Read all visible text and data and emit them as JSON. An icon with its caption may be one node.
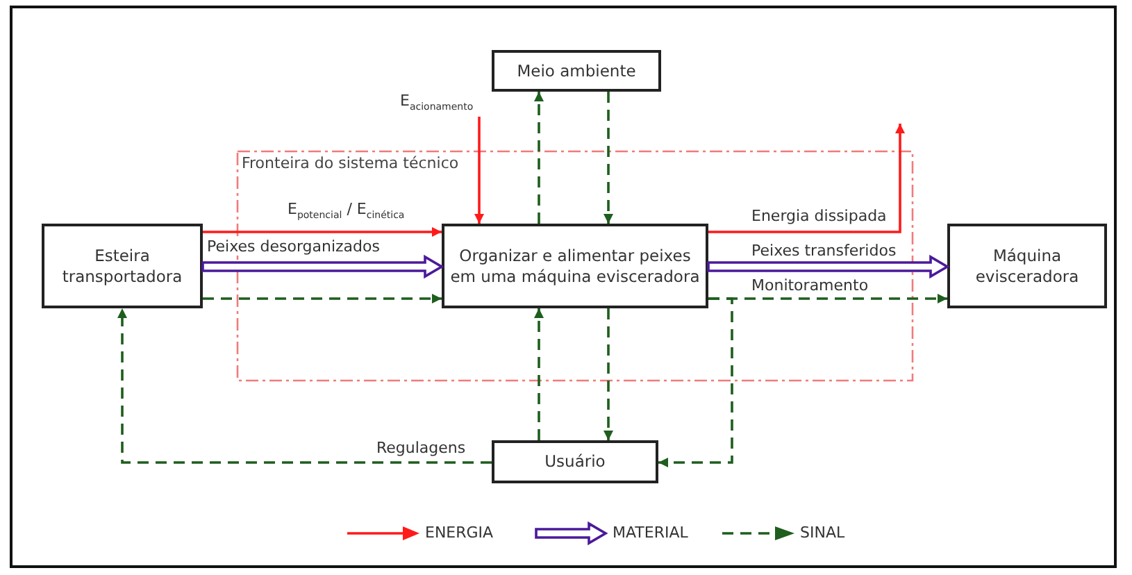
{
  "diagram": {
    "nodes": [
      {
        "text": [
          "Meio ambiente"
        ]
      },
      {
        "text": [
          "Esteira transportadora"
        ]
      },
      {
        "text": [
          "Fronteira do sistema técnico"
        ]
      },
      {
        "text": [
          "Organizar e alimentar peixes em uma máquina evisceradora"
        ],
        "in": 2
      },
      {
        "text": [
          "Máquina evisceradora"
        ]
      },
      {
        "text": [
          "Usuário"
        ]
      }
    ],
    "edges": [
      {
        "from": null,
        "to": 3,
        "arrow": "to",
        "label": "E$_{acionamento}$",
        "color": "#ff1a1a"
      },
      {
        "from": 1,
        "to": 3,
        "arrow": "to",
        "label": "E$_{potencial}$ / E$_{cinética}$",
        "color": "#ff1a1a"
      },
      {
        "from": 1,
        "to": 3,
        "arrow": "to",
        "label": "Peixes desorganizados",
        "style": "thick",
        "color": "#4b1a9a"
      },
      {
        "from": 1,
        "to": 3,
        "arrow": "to",
        "style": "dashed"
      },
      {
        "from": 3,
        "to": 0,
        "arrow": "to",
        "style": "dashed"
      },
      {
        "from": 0,
        "to": 3,
        "arrow": "to",
        "style": "dashed"
      },
      {
        "from": 3,
        "to": null,
        "arrow": "to",
        "label": "Energia dissipada",
        "color": "#ff1a1a"
      },
      {
        "from": 3,
        "to": 4,
        "arrow": "to",
        "label": "Peixes transferidos",
        "style": "thick",
        "color": "#4b1a9a"
      },
      {
        "from": 3,
        "to": 4,
        "arrow": "to",
        "label": "Monitoramento",
        "style": "dashed"
      },
      {
        "from": 3,
        "to": 5,
        "arrow": "to",
        "style": "dashed"
      },
      {
        "from": 5,
        "to": 3,
        "arrow": "to",
        "style": "dashed"
      },
      {
        "from": 3,
        "to": 5,
        "arrow": "to",
        "style": "dashed"
      },
      {
        "from": 5,
        "to": 1,
        "arrow": "to",
        "label": "Regulagens",
        "style": "dashed"
      }
    ],
    "legend": [
      {
        "text": "ENERGIA"
      },
      {
        "text": "MATERIAL"
      },
      {
        "text": "SINAL"
      }
    ]
  }
}
